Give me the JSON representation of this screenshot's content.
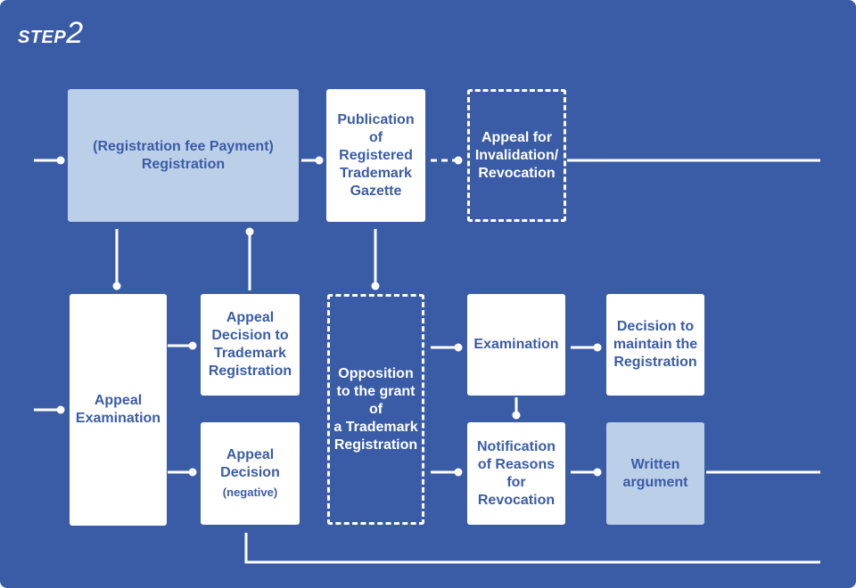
{
  "header": {
    "step_word": "STEP",
    "step_number": "2"
  },
  "boxes": {
    "registration": "(Registration fee Payment)\nRegistration",
    "publication": "Publication\nof\nRegistered\nTrademark\nGazette",
    "appeal_invalidation": "Appeal for\nInvalidation/\nRevocation",
    "appeal_examination": "Appeal\nExamination",
    "appeal_decision_registration": "Appeal\nDecision to\nTrademark\nRegistration",
    "appeal_decision_negative": "Appeal\nDecision",
    "appeal_decision_negative_note": "(negative)",
    "opposition": "Opposition\nto the grant\nof\na Trademark\nRegistration",
    "examination": "Examination",
    "decision_maintain": "Decision to\nmaintain the\nRegistration",
    "notification": "Notification\nof Reasons\nfor\nRevocation",
    "written_argument": "Written\nargument"
  },
  "colors": {
    "background": "#3a5ca7",
    "box_white": "#ffffff",
    "box_light": "#bccfe9",
    "text_blue": "#3a5ca7",
    "connector": "#ffffff"
  }
}
